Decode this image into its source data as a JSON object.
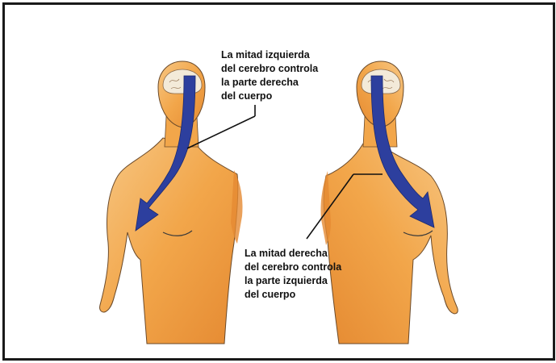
{
  "figure": {
    "left_caption": {
      "lines": [
        "La mitad izquierda",
        "del cerebro controla",
        "la parte derecha",
        "del cuerpo"
      ]
    },
    "right_caption": {
      "lines": [
        "La mitad derecha",
        "del cerebro controla",
        "la parte izquierda",
        "del cuerpo"
      ]
    },
    "colors": {
      "skin_base": "#f2a64a",
      "skin_light": "#f7c784",
      "skin_shadow": "#e07e2a",
      "arrow": "#2d3f9e",
      "brain": "#f3ead9",
      "outline": "#3a3a3a",
      "frame": "#1a1a1a"
    }
  }
}
